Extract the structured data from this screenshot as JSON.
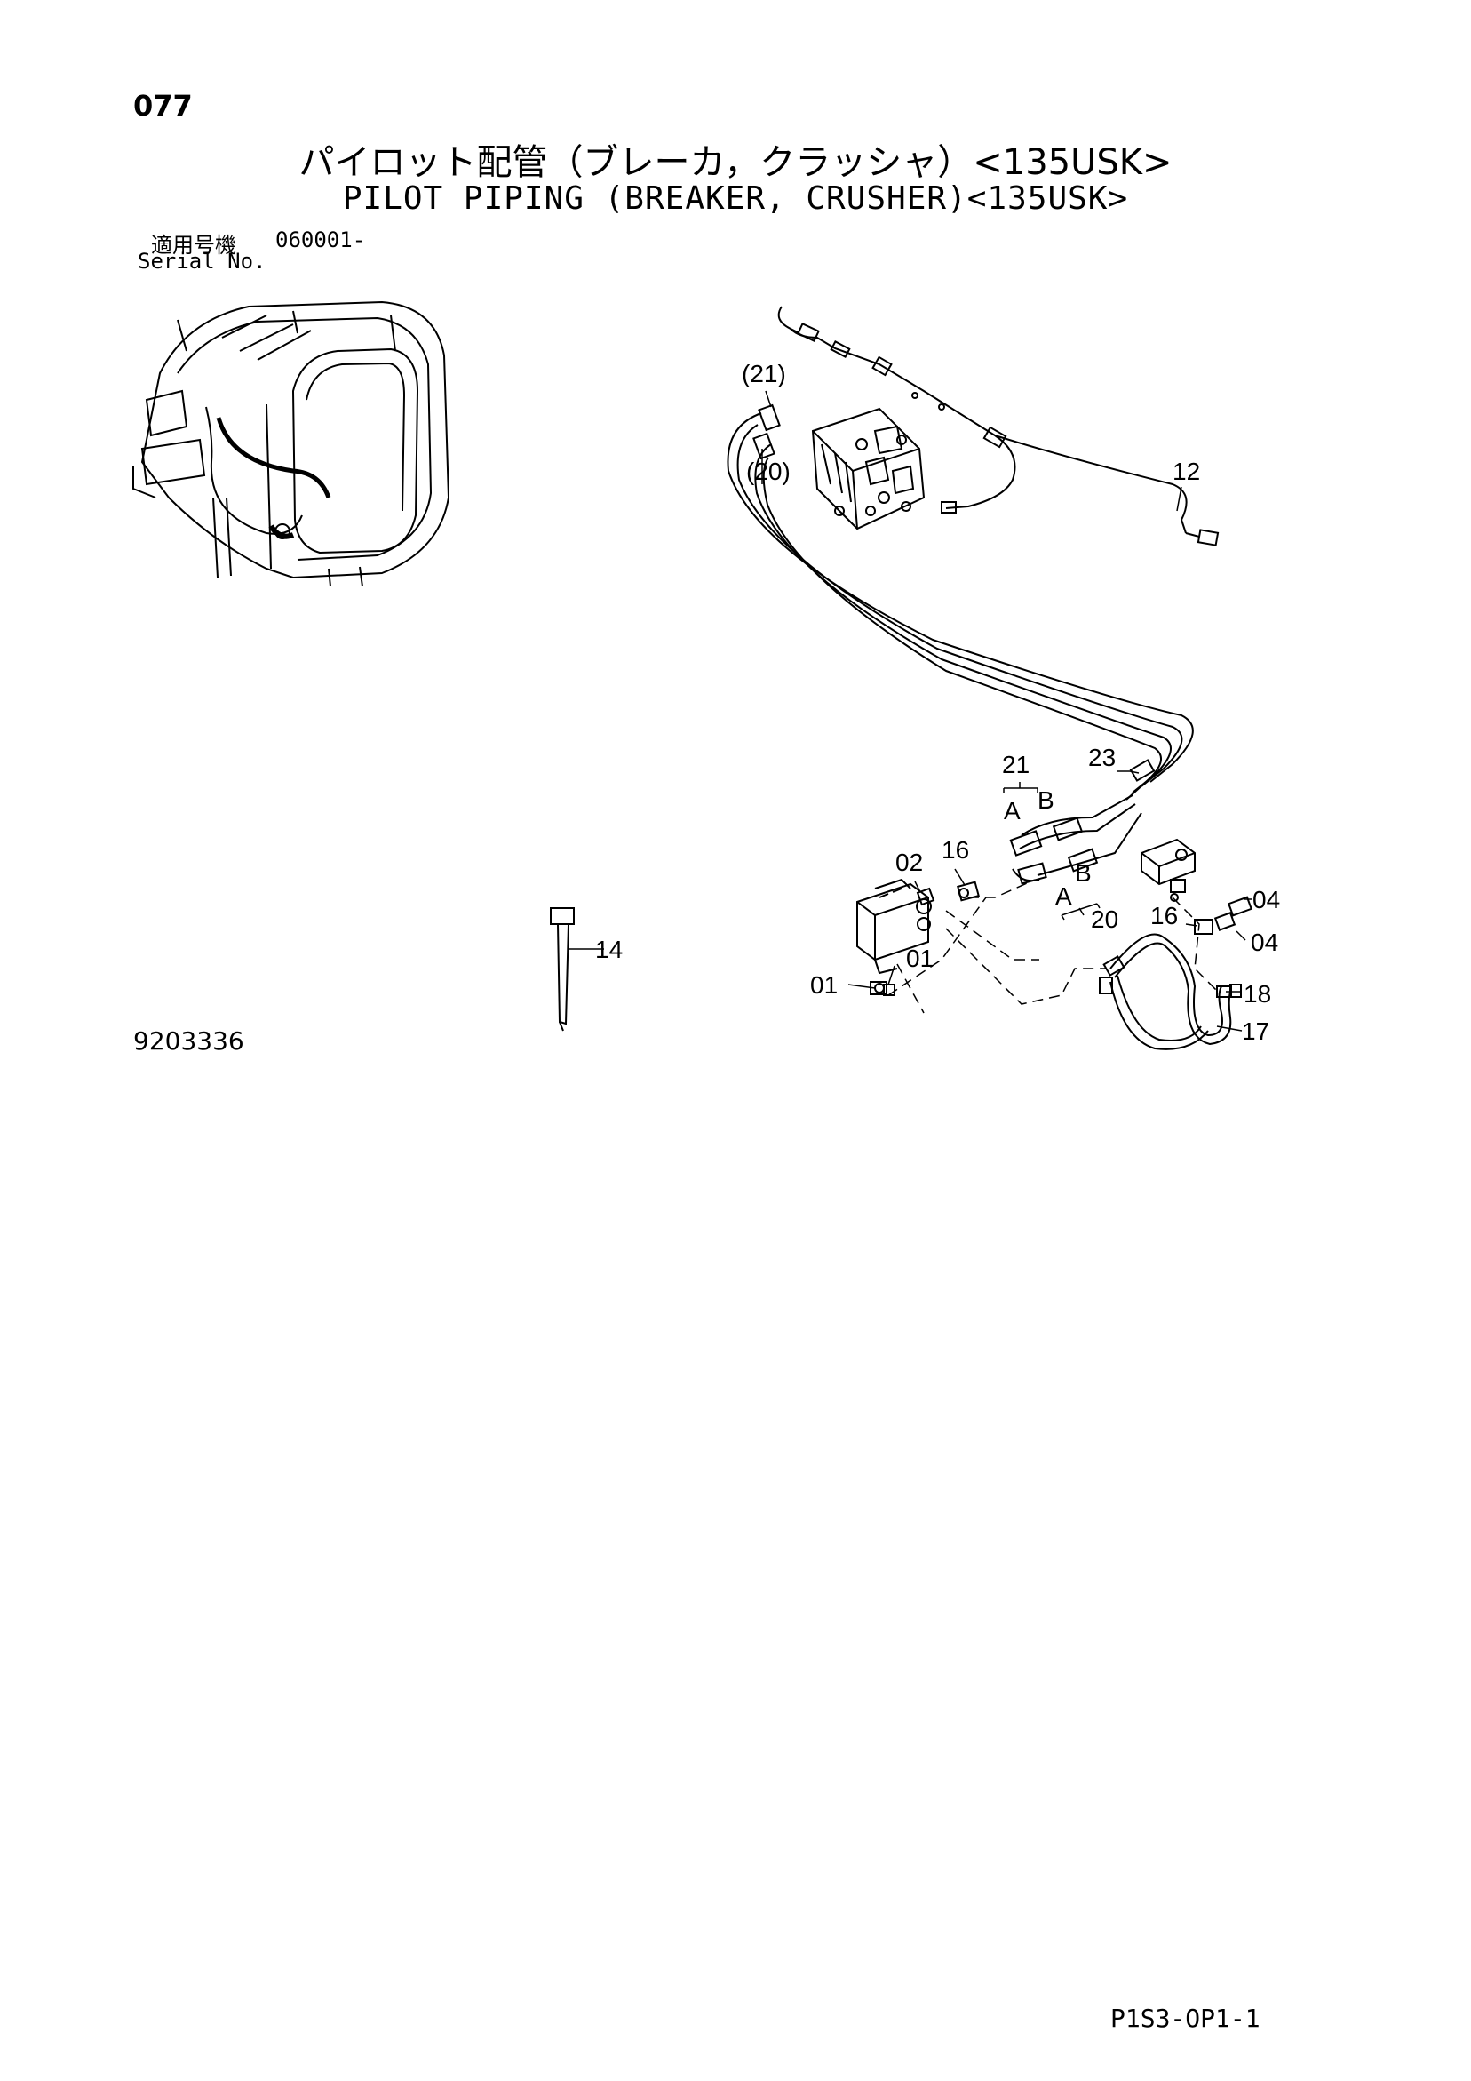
{
  "header": {
    "page_number": "077",
    "title_jp": "パイロット配管（ブレーカ，クラッシャ）<135USK>",
    "title_en": "PILOT PIPING (BREAKER, CRUSHER)<135USK>",
    "serial_label_jp": "適用号機",
    "serial_label_en": "Serial No.",
    "serial_value": "060001-"
  },
  "diagram": {
    "figure_id": "9203336",
    "callouts": {
      "c21p": "(21)",
      "c20p": "(20)",
      "c12": "12",
      "c23": "23",
      "c21": "21",
      "cA1": "A",
      "cB1": "B",
      "c02": "02",
      "c16a": "16",
      "cB2": "B",
      "cA2": "A",
      "c20": "20",
      "c04a": "04",
      "c16b": "16",
      "c04b": "04",
      "c14": "14",
      "c01a": "01",
      "c01b": "01",
      "c18": "18",
      "c17": "17"
    }
  },
  "footer": {
    "page_code": "P1S3-OP1-1"
  }
}
